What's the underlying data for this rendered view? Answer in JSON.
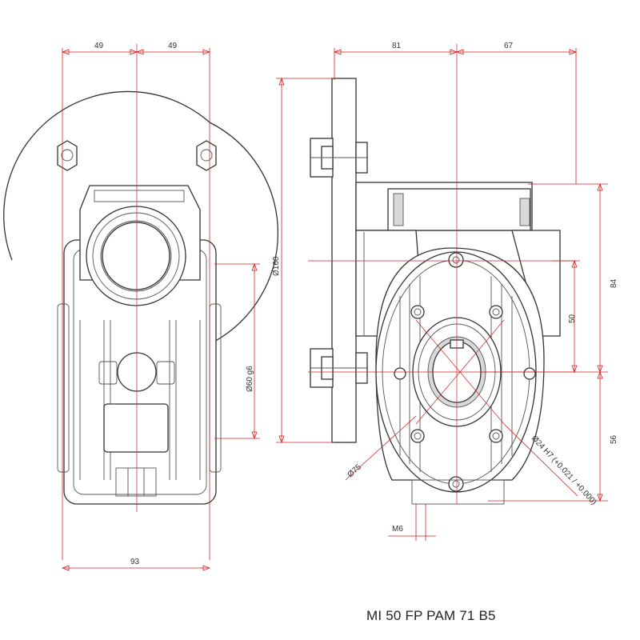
{
  "title": "MI 50 FP PAM 71 B5",
  "colors": {
    "outline": "#333333",
    "dimension": "#d22222",
    "background": "#ffffff"
  },
  "dimensions": {
    "left_view": {
      "top_left": "49",
      "top_right": "49",
      "bottom_width": "93",
      "shaft_diameter": "Ø60 g6"
    },
    "right_view": {
      "top_left": "81",
      "top_right": "67",
      "flange_diameter": "Ø160",
      "height_upper": "84",
      "height_mid": "50",
      "height_lower": "56",
      "bore": "Ø24 H7 (+0.021 / +0.000)",
      "pitch_circle": "Ø75",
      "thread": "M6"
    }
  }
}
